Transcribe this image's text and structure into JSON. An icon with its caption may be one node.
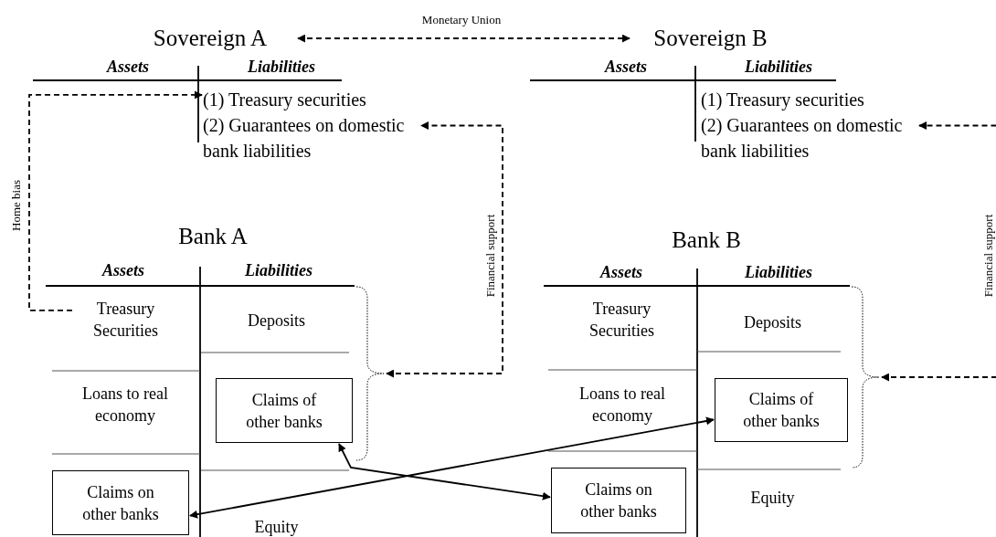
{
  "diagram": {
    "nodes": [
      {
        "text": [
          "Sovereign A"
        ]
      },
      {
        "text": [
          "(1) Treasury securities"
        ]
      },
      {
        "text": [
          "(2) Guarantees on domestic bank liabilities"
        ]
      },
      {
        "text": [
          "Sovereign B"
        ]
      },
      {
        "text": [
          "(1) Treasury securities"
        ]
      },
      {
        "text": [
          "(2) Guarantees on domestic bank liabilities"
        ]
      },
      {
        "text": [
          "Bank A"
        ]
      },
      {
        "text": [
          "Treasury Securities"
        ]
      },
      {
        "text": [
          "Loans to real economy"
        ]
      },
      {
        "text": [
          "Claims on other banks"
        ]
      },
      {
        "text": [
          "Deposits"
        ]
      },
      {
        "text": [
          "Claims of other banks"
        ]
      },
      {
        "text": [
          "Equity"
        ]
      },
      {
        "text": [],
        "shape": "brace"
      },
      {
        "text": [
          "Bank B"
        ]
      },
      {
        "text": [
          "Treasury Securities"
        ]
      },
      {
        "text": [
          "Loans to real economy"
        ]
      },
      {
        "text": [
          "Claims on other banks"
        ]
      },
      {
        "text": [
          "Deposits"
        ]
      },
      {
        "text": [
          "Claims of other banks"
        ]
      },
      {
        "text": [
          "Equity"
        ]
      },
      {
        "text": [],
        "shape": "brace"
      }
    ],
    "edges": [
      {
        "from": 0,
        "to": 3,
        "arrow": "both",
        "style": "dashed",
        "label": "Monetary Union"
      },
      {
        "from": 7,
        "to": 1,
        "arrow": "to",
        "style": "dashed",
        "label": "Home bias"
      },
      {
        "from": 13,
        "to": 2,
        "arrow": "both",
        "style": "dashed",
        "label": "Financial support"
      },
      {
        "from": 21,
        "to": 5,
        "arrow": "both",
        "style": "dashed",
        "label": "Financial support"
      },
      {
        "from": 11,
        "to": 17,
        "arrow": "both"
      },
      {
        "from": 9,
        "to": 19,
        "arrow": "both"
      }
    ],
    "labels": [
      "Assets",
      "Liabilities",
      "Assets",
      "Liabilities",
      "Assets",
      "Liabilities",
      "Assets",
      "Liabilities"
    ]
  }
}
